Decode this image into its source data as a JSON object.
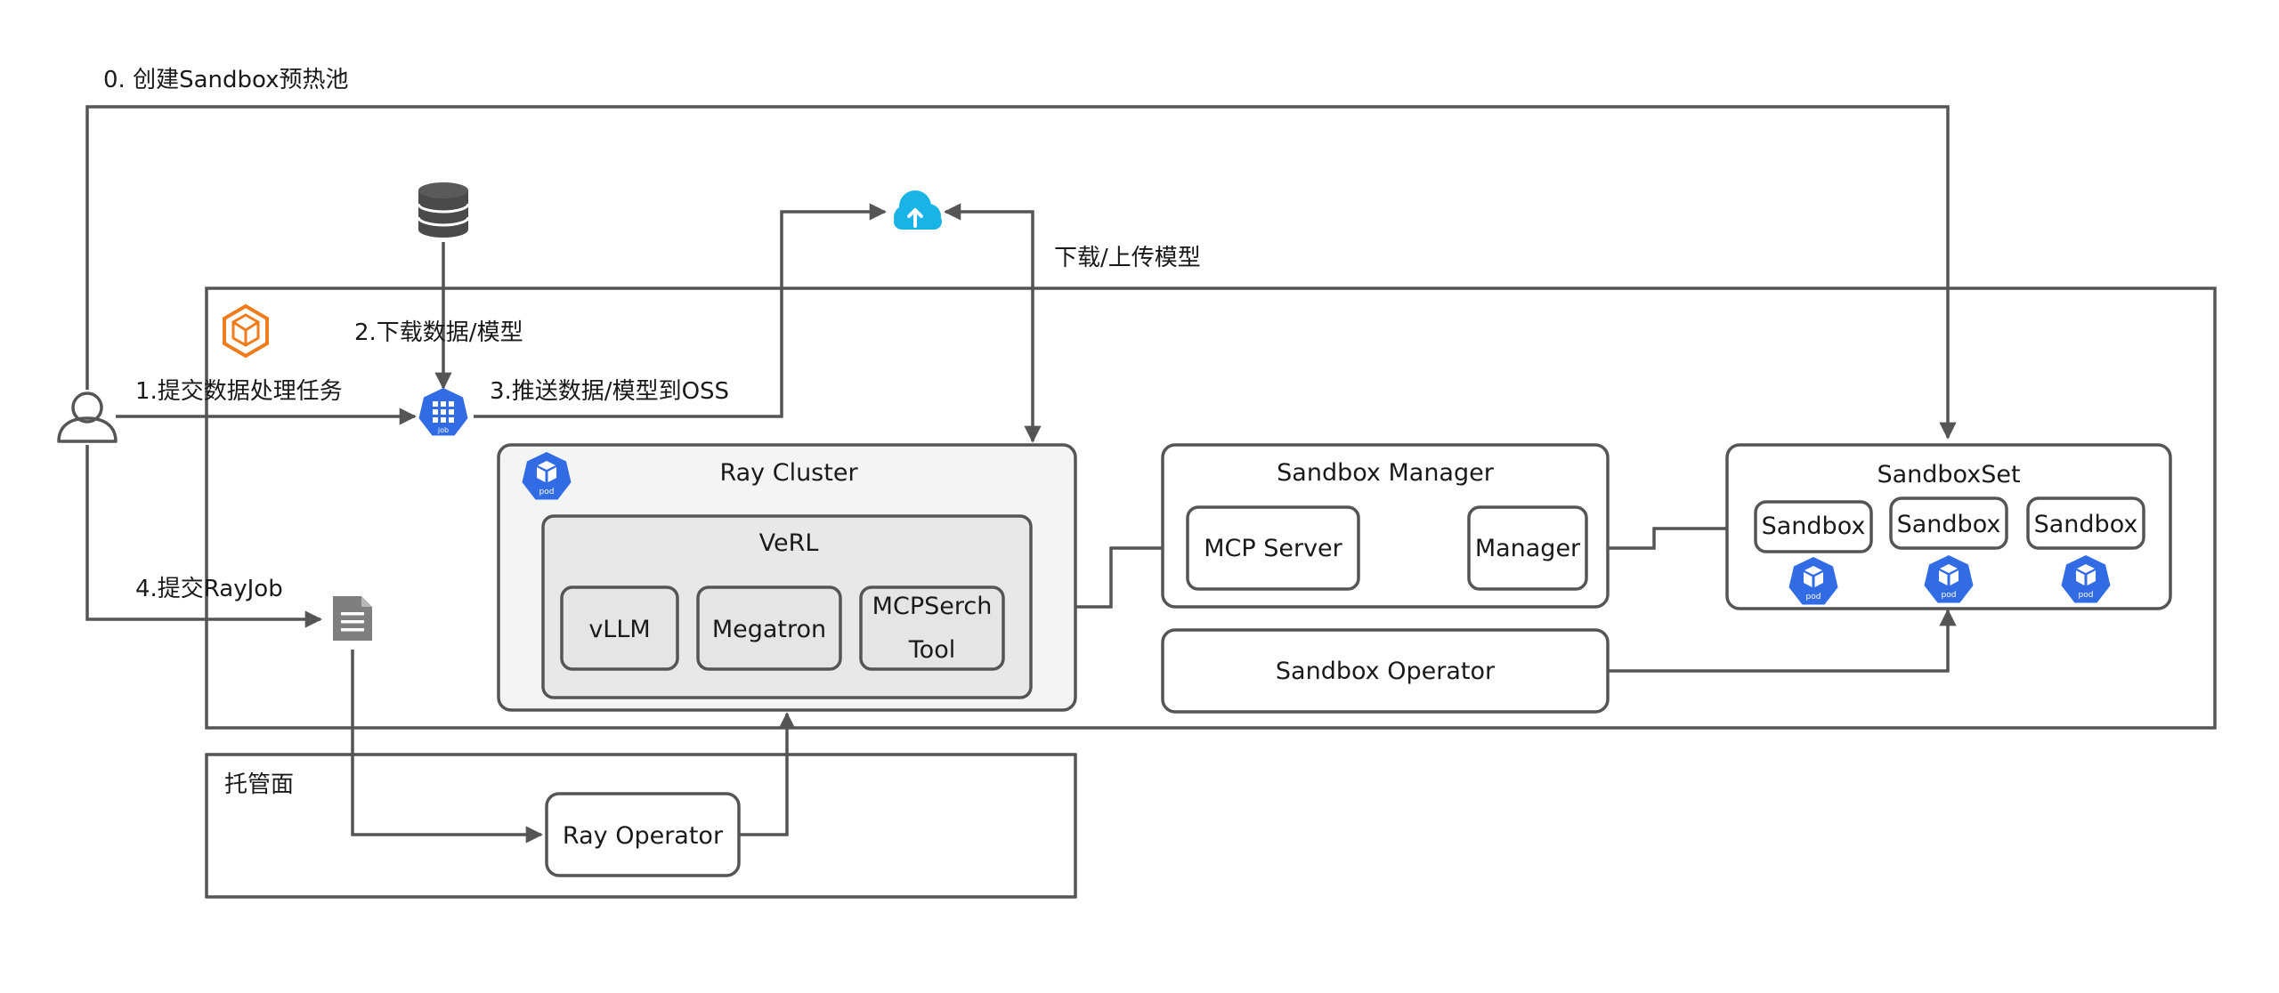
{
  "labels": {
    "step0": "0. 创建Sandbox预热池",
    "step1": "1.提交数据处理任务",
    "step2": "2.下载数据/模型",
    "step3": "3.推送数据/模型到OSS",
    "step4": "4.提交RayJob",
    "download_upload": "下载/上传模型"
  },
  "regions": {
    "managed_plane": "托管面"
  },
  "nodes": {
    "ray_cluster": "Ray Cluster",
    "verl": "VeRL",
    "vllm": "vLLM",
    "megatron": "Megatron",
    "mcpsearch_line1": "MCPSerch",
    "mcpsearch_line2": "Tool",
    "sandbox_manager": "Sandbox Manager",
    "mcp_server": "MCP Server",
    "manager": "Manager",
    "sandbox_operator": "Sandbox Operator",
    "sandboxset": "SandboxSet",
    "sandbox_1": "Sandbox",
    "sandbox_2": "Sandbox",
    "sandbox_3": "Sandbox",
    "ray_operator": "Ray Operator"
  },
  "icons": {
    "user": "user-icon",
    "database": "database-icon",
    "cloud": "cloud-upload-icon",
    "k8s_job": "kubernetes-job-icon",
    "k8s_pod": "kubernetes-pod-icon",
    "file": "document-icon",
    "cluster_logo": "container-service-logo-icon",
    "job_badge": "job",
    "pod_badge": "pod"
  },
  "colors": {
    "line": "#555555",
    "text": "#1a1a1a",
    "k8s_blue": "#326ce5",
    "cloud_cyan": "#1ab3e6",
    "logo_orange": "#f07c1b",
    "ray_cluster_fill": "#f3f4f4",
    "verl_fill": "#e8e8e8",
    "inner_fill": "#e5e5e5",
    "icon_gray": "#7f7f7f"
  }
}
